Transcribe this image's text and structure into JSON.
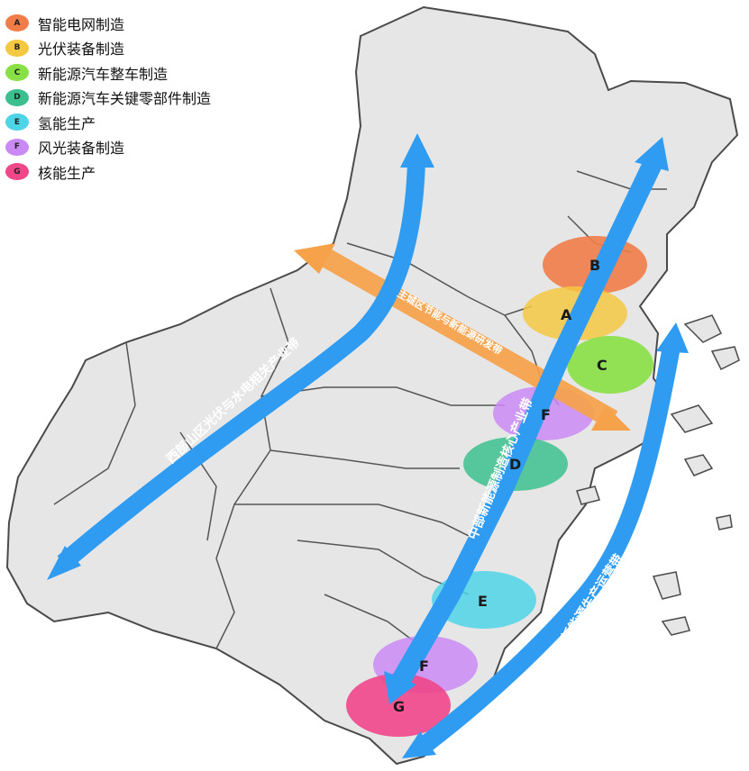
{
  "legend": [
    {
      "key": "A",
      "label": "智能电网制造",
      "color": "#f07c48"
    },
    {
      "key": "B",
      "label": "光伏装备制造",
      "color": "#f5c842"
    },
    {
      "key": "C",
      "label": "新能源汽车整车制造",
      "color": "#88e044"
    },
    {
      "key": "D",
      "label": "新能源汽车关键零部件制造",
      "color": "#3cbf8e"
    },
    {
      "key": "E",
      "label": "氢能生产",
      "color": "#4dd4e6"
    },
    {
      "key": "F",
      "label": "风光装备制造",
      "color": "#c98af5"
    },
    {
      "key": "G",
      "label": "核能生产",
      "color": "#f0468a"
    }
  ],
  "zones": {
    "B": "B",
    "A": "A",
    "C": "C",
    "F_north": "F",
    "D": "D",
    "E": "E",
    "F_south": "F",
    "G": "G"
  },
  "belts": {
    "west": "西部山区光伏与水电相关产业带",
    "central": "中部新能源制造核心产业带",
    "east": "东部沿海新能源生产运营带",
    "main_city": "主城区节能与新能源研发带"
  },
  "colors": {
    "land": "#e6e6e6",
    "border": "#4a4a4a",
    "belt_blue": "#2f9cf2",
    "belt_orange": "#f6a24a"
  }
}
